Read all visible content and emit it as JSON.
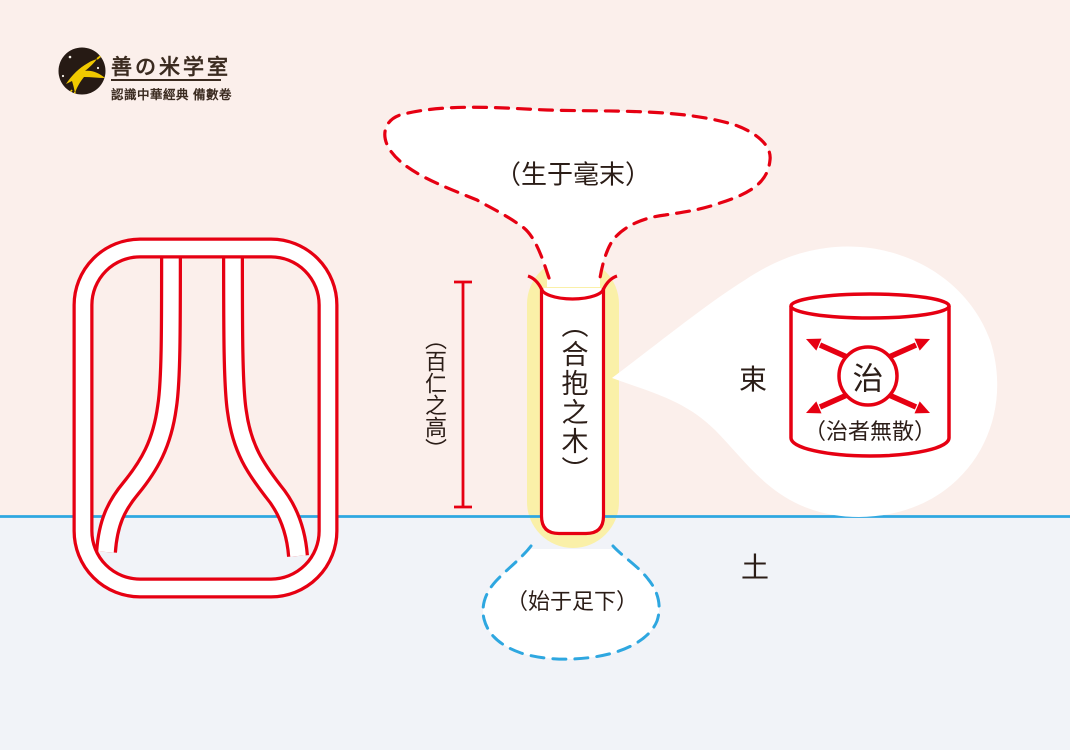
{
  "logo": {
    "title": "善の米学室",
    "subtitle": "認識中華經典 備數卷",
    "icon": "swallow-bird-icon"
  },
  "diagram": {
    "top_bubble_label": "（生于毫末）",
    "height_label": "（百仁之高）",
    "trunk_label": "（合抱之木）",
    "bundle_label": "束",
    "core_label": "治",
    "core_note_label": "（治者無散）",
    "soil_label": "土",
    "bottom_bubble_label": "（始于足下）"
  },
  "colors": {
    "sky_background": "#FBEFEB",
    "ground_background": "#F1F3F8",
    "horizon_line": "#2EA7E0",
    "diagram_red": "#E60012",
    "trunk_glow_yellow": "#FAF0A8",
    "ink_text": "#2B1D17",
    "logo_circle": "#261A14",
    "logo_bird_yellow": "#F0C900"
  }
}
